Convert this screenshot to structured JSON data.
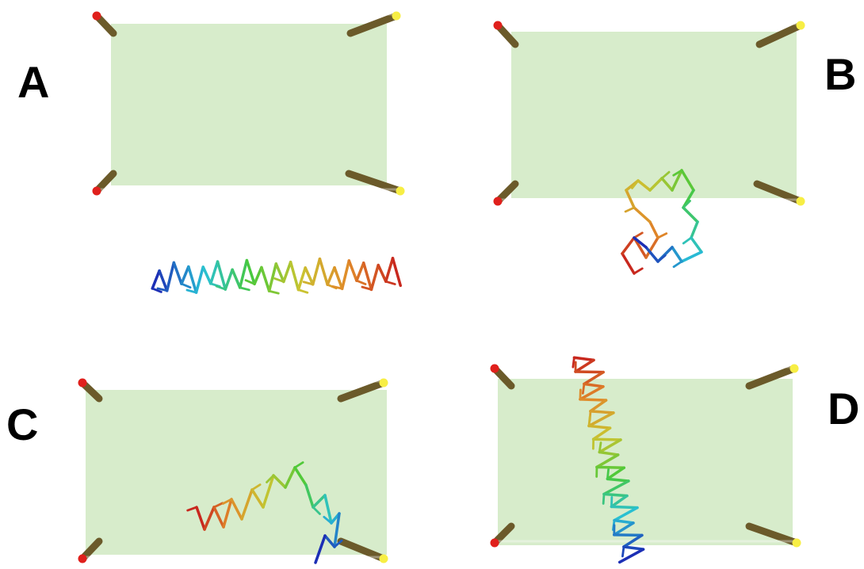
{
  "figure": {
    "panels": [
      {
        "id": "A",
        "label": "A",
        "state": "peptide below membrane"
      },
      {
        "id": "B",
        "label": "B",
        "state": "peptide adsorbing at lower leaflet"
      },
      {
        "id": "C",
        "label": "C",
        "state": "peptide inserting into lower leaflet"
      },
      {
        "id": "D",
        "label": "D",
        "state": "peptide spanning membrane"
      }
    ],
    "colors": {
      "membrane_fill": "#d7eccb",
      "rod_yellow": "#f1e43a",
      "rod_orange": "#f08a1f",
      "rod_red": "#e0201c",
      "rod_dark": "#6b5a2a",
      "peptide_gradient": [
        "#1c2fb5",
        "#29c0d6",
        "#49c93a",
        "#c9c431",
        "#e08a2a",
        "#c8281e"
      ]
    }
  }
}
